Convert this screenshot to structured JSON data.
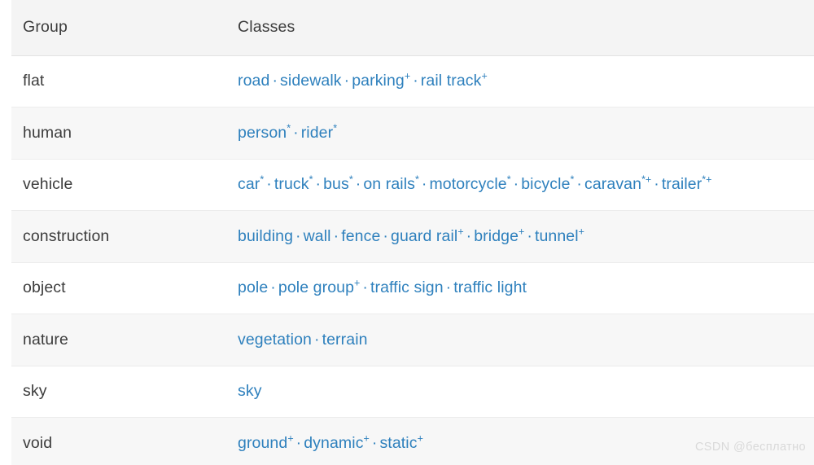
{
  "table": {
    "headers": {
      "group": "Group",
      "classes": "Classes"
    },
    "rows": [
      {
        "group": "flat",
        "classes": [
          {
            "name": "road",
            "marks": ""
          },
          {
            "name": "sidewalk",
            "marks": ""
          },
          {
            "name": "parking",
            "marks": "+"
          },
          {
            "name": "rail track",
            "marks": "+"
          }
        ]
      },
      {
        "group": "human",
        "classes": [
          {
            "name": "person",
            "marks": "*"
          },
          {
            "name": "rider",
            "marks": "*"
          }
        ]
      },
      {
        "group": "vehicle",
        "classes": [
          {
            "name": "car",
            "marks": "*"
          },
          {
            "name": "truck",
            "marks": "*"
          },
          {
            "name": "bus",
            "marks": "*"
          },
          {
            "name": "on rails",
            "marks": "*"
          },
          {
            "name": "motorcycle",
            "marks": "*"
          },
          {
            "name": "bicycle",
            "marks": "*"
          },
          {
            "name": "caravan",
            "marks": "*+"
          },
          {
            "name": "trailer",
            "marks": "*+"
          }
        ]
      },
      {
        "group": "construction",
        "classes": [
          {
            "name": "building",
            "marks": ""
          },
          {
            "name": "wall",
            "marks": ""
          },
          {
            "name": "fence",
            "marks": ""
          },
          {
            "name": "guard rail",
            "marks": "+"
          },
          {
            "name": "bridge",
            "marks": "+"
          },
          {
            "name": "tunnel",
            "marks": "+"
          }
        ]
      },
      {
        "group": "object",
        "classes": [
          {
            "name": "pole",
            "marks": ""
          },
          {
            "name": "pole group",
            "marks": "+"
          },
          {
            "name": "traffic sign",
            "marks": ""
          },
          {
            "name": "traffic light",
            "marks": ""
          }
        ]
      },
      {
        "group": "nature",
        "classes": [
          {
            "name": "vegetation",
            "marks": ""
          },
          {
            "name": "terrain",
            "marks": ""
          }
        ]
      },
      {
        "group": "sky",
        "classes": [
          {
            "name": "sky",
            "marks": ""
          }
        ]
      },
      {
        "group": "void",
        "classes": [
          {
            "name": "ground",
            "marks": "+"
          },
          {
            "name": "dynamic",
            "marks": "+"
          },
          {
            "name": "static",
            "marks": "+"
          }
        ]
      }
    ],
    "separator": "·"
  },
  "watermark": {
    "text": "CSDN @бесплатно"
  },
  "colors": {
    "link": "#2e80bd",
    "text": "#3c3c3c",
    "header_bg": "#f4f4f4",
    "row_alt_bg": "#f7f7f7",
    "row_border": "#ececec",
    "watermark": "#d9d9d9"
  }
}
